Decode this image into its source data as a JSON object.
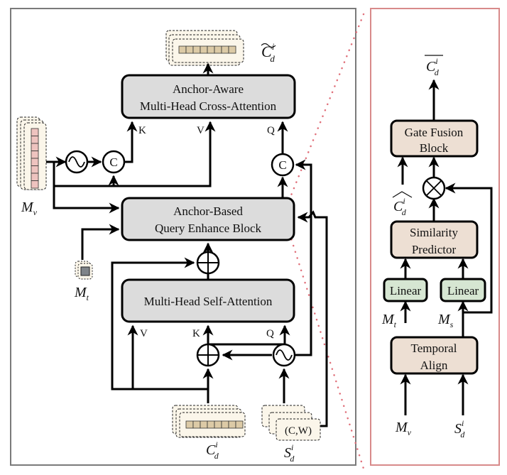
{
  "left_panel": {
    "blocks": {
      "cross_attention": [
        "Anchor-Aware",
        "Multi-Head Cross-Attention"
      ],
      "query_enhance": [
        "Anchor-Based",
        "Query Enhance Block"
      ],
      "self_attention": [
        "Multi-Head Self-Attention"
      ]
    },
    "port_labels": {
      "cross_k": "K",
      "cross_v": "V",
      "cross_q": "Q",
      "self_v": "V",
      "self_k": "K",
      "self_q": "Q"
    },
    "ops": {
      "concat": "C",
      "add": "⊕",
      "modulate": "~"
    },
    "tensors": {
      "output": {
        "base": "C",
        "sup": "i",
        "sub": "d",
        "accent": "tilde"
      },
      "visual": {
        "base": "M",
        "sub": "v"
      },
      "text": {
        "base": "M",
        "sub": "t"
      },
      "context": {
        "base": "C",
        "sup": "i",
        "sub": "d"
      },
      "state": {
        "base": "S",
        "sup": "i",
        "sub": "d",
        "inner_label": "(C,W)"
      }
    }
  },
  "right_panel": {
    "blocks": {
      "gate_fusion": [
        "Gate Fusion",
        "Block"
      ],
      "similarity": [
        "Similarity",
        "Predictor"
      ],
      "linear_left": [
        "Linear"
      ],
      "linear_right": [
        "Linear"
      ],
      "temporal": [
        "Temporal",
        "Align"
      ]
    },
    "ops": {
      "multiply": "⊗"
    },
    "tensors": {
      "output": {
        "base": "C",
        "sup": "i",
        "sub": "d",
        "accent": "bar"
      },
      "hat": {
        "base": "C",
        "sup": "i",
        "sub": "d",
        "accent": "hat"
      },
      "mt": {
        "base": "M",
        "sub": "t"
      },
      "ms": {
        "base": "M",
        "sub": "s"
      },
      "mv": {
        "base": "M",
        "sub": "v"
      },
      "sd": {
        "base": "S",
        "sup": "i",
        "sub": "d"
      }
    }
  },
  "colors": {
    "gray_block": "#dcdcdc",
    "tan_block": "#eddfd3",
    "green_block": "#d6e6d2",
    "tensor_bg": "#fbf6ea",
    "token_fill": "#dccaa6",
    "visual_token": "#eec3bf",
    "text_token": "#7f8489",
    "left_frame": "#7a7a7a",
    "right_frame": "#d88a8a",
    "dots": "#e0707a"
  }
}
